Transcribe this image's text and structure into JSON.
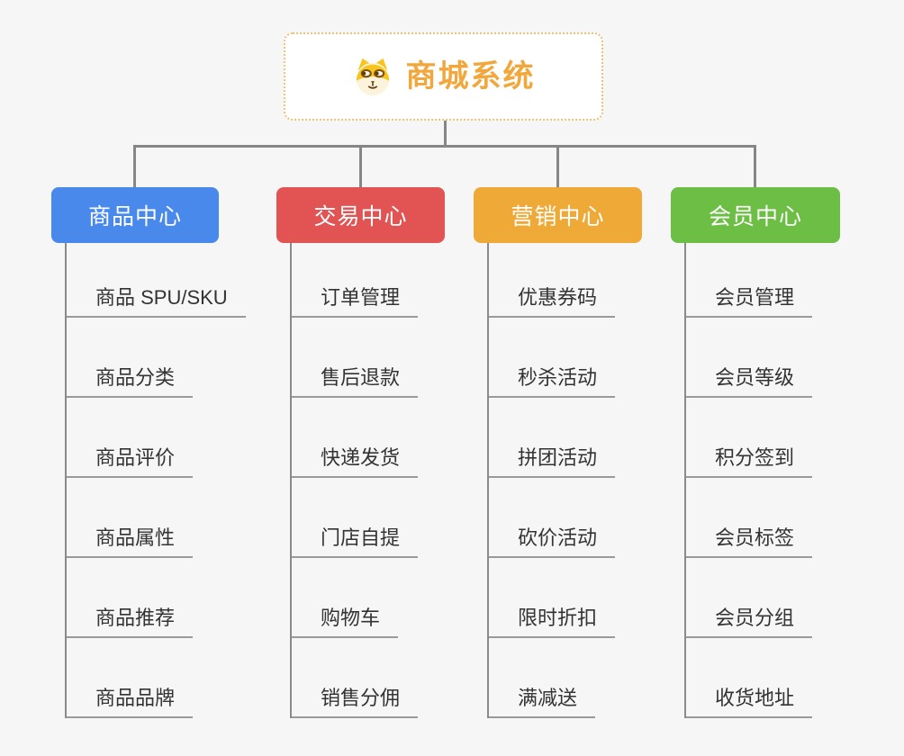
{
  "root": {
    "title": "商城系统",
    "icon": "dog-face-icon",
    "title_color": "#f2a73d",
    "border_color": "#f1c078"
  },
  "connector_color": "#868686",
  "branches": [
    {
      "label": "商品中心",
      "color": "#4a89ec",
      "children": [
        "商品 SPU/SKU",
        "商品分类",
        "商品评价",
        "商品属性",
        "商品推荐",
        "商品品牌"
      ]
    },
    {
      "label": "交易中心",
      "color": "#e25353",
      "children": [
        "订单管理",
        "售后退款",
        "快递发货",
        "门店自提",
        "购物车",
        "销售分佣"
      ]
    },
    {
      "label": "营销中心",
      "color": "#efa937",
      "children": [
        "优惠券码",
        "秒杀活动",
        "拼团活动",
        "砍价活动",
        "限时折扣",
        "满减送"
      ]
    },
    {
      "label": "会员中心",
      "color": "#6cbe45",
      "children": [
        "会员管理",
        "会员等级",
        "积分签到",
        "会员标签",
        "会员分组",
        "收货地址"
      ]
    }
  ]
}
